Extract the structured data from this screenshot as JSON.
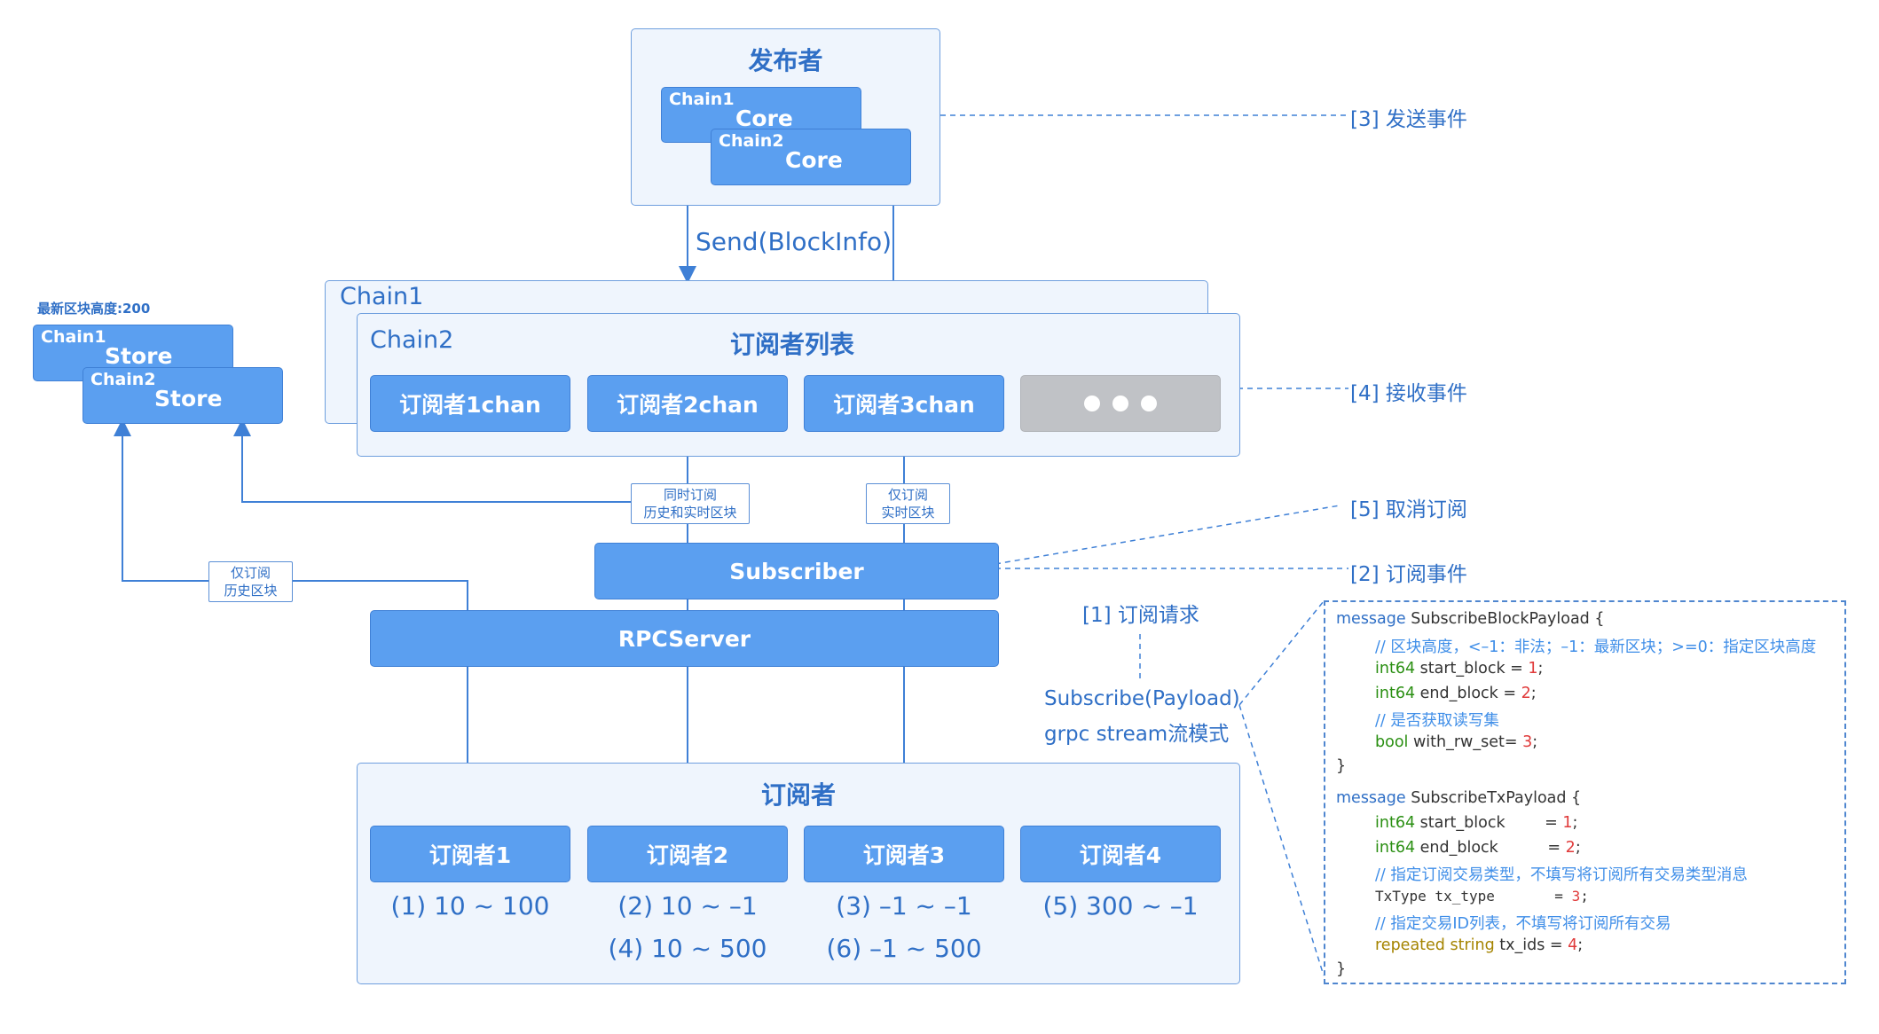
{
  "publisher": {
    "title": "发布者",
    "core1": {
      "chain": "Chain1",
      "name": "Core"
    },
    "core2": {
      "chain": "Chain2",
      "name": "Core"
    },
    "send_label": "Send(BlockInfo)"
  },
  "store": {
    "latest_height": "最新区块高度:200",
    "store1": {
      "chain": "Chain1",
      "name": "Store"
    },
    "store2": {
      "chain": "Chain2",
      "name": "Store"
    }
  },
  "subscriber_list": {
    "chain1": "Chain1",
    "chain2": "Chain2",
    "title": "订阅者列表",
    "channels": [
      "订阅者1chan",
      "订阅者2chan",
      "订阅者3chan"
    ]
  },
  "tags": {
    "both": [
      "同时订阅",
      "历史和实时区块"
    ],
    "realtime": [
      "仅订阅",
      "实时区块"
    ],
    "history": [
      "仅订阅",
      "历史区块"
    ]
  },
  "subscriber_box": "Subscriber",
  "rpc_server": "RPCServer",
  "subscribers": {
    "title": "订阅者",
    "items": [
      "订阅者1",
      "订阅者2",
      "订阅者3",
      "订阅者4"
    ],
    "ranges": {
      "s1": [
        "(1) 10 ~ 100"
      ],
      "s2": [
        "(2) 10 ~ –1",
        "(4) 10 ~ 500"
      ],
      "s3": [
        "(3) –1 ~ –1",
        "(6) –1 ~ 500"
      ],
      "s4": [
        "(5) 300 ~ –1"
      ]
    }
  },
  "annotations": {
    "send_event": "[3] 发送事件",
    "receive_event": "[4] 接收事件",
    "cancel": "[5] 取消订阅",
    "subscribe_event": "[2] 订阅事件",
    "request": "[1] 订阅请求",
    "subscribe_payload": "Subscribe(Payload)",
    "grpc_stream": "grpc stream流模式"
  },
  "code": {
    "block_payload": {
      "header_kw": "message",
      "header_rest": " SubscribeBlockPayload {",
      "comment1": "// 区块高度，<–1：非法；–1：最新区块；>=0：指定区块高度",
      "f1_type": "int64",
      "f1_name": " start_block = ",
      "f1_val": "1",
      "f1_end": ";",
      "f2_type": "int64",
      "f2_name": " end_block   = ",
      "f2_val": "2",
      "f2_end": ";",
      "comment2": "// 是否获取读写集",
      "f3_type": "bool",
      "f3_name": "  with_rw_set= ",
      "f3_val": "3",
      "f3_end": ";",
      "close": "}"
    },
    "tx_payload": {
      "header_kw": "message",
      "header_rest": " SubscribeTxPayload {",
      "f1_type": "int64",
      "f1_name": " start_block        = ",
      "f1_val": "1",
      "f1_end": ";",
      "f2_type": "int64",
      "f2_name": " end_block          = ",
      "f2_val": "2",
      "f2_end": ";",
      "comment1": "// 指定订阅交易类型，不填写将订阅所有交易类型消息",
      "f3_plain": "TxType tx_type       = ",
      "f3_val": "3",
      "f3_end": ";",
      "comment2": "// 指定交易ID列表，不填写将订阅所有交易",
      "f4_type": "repeated string",
      "f4_name": " tx_ids = ",
      "f4_val": "4",
      "f4_end": ";",
      "close": "}"
    }
  },
  "colors": {
    "accent": "#5b9ff0",
    "panel_bg": "#eff5fd",
    "border": "#6f9fde",
    "text": "#2f6fc6",
    "dots_bg": "#c0c2c6"
  }
}
